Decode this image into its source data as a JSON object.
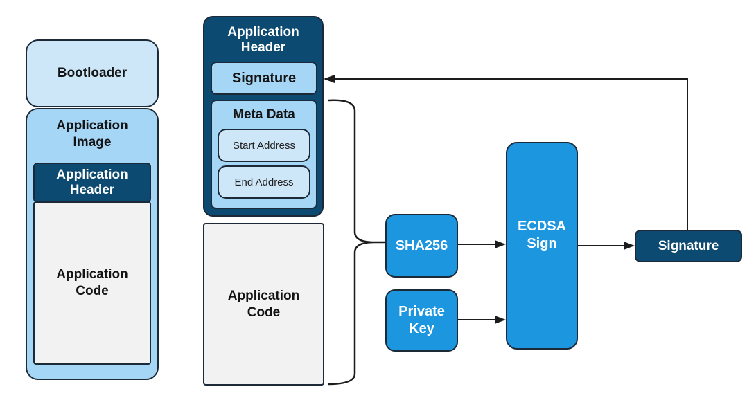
{
  "left_stack": {
    "bootloader": "Bootloader",
    "application_image": "Application Image",
    "application_header": "Application Header",
    "application_code": "Application Code"
  },
  "header_detail": {
    "title": "Application Header",
    "signature": "Signature",
    "meta_data": "Meta Data",
    "start_address": "Start Address",
    "end_address": "End Address",
    "application_code": "Application Code"
  },
  "process": {
    "sha256": "SHA256",
    "private_key": "Private Key",
    "ecdsa_sign": "ECDSA Sign",
    "signature_output": "Signature"
  },
  "colors": {
    "dark_navy": "#0d4a72",
    "light_blue": "#cde6f8",
    "mid_blue": "#a6d6f6",
    "bright_blue": "#1d96e0",
    "grey": "#f2f2f2"
  }
}
